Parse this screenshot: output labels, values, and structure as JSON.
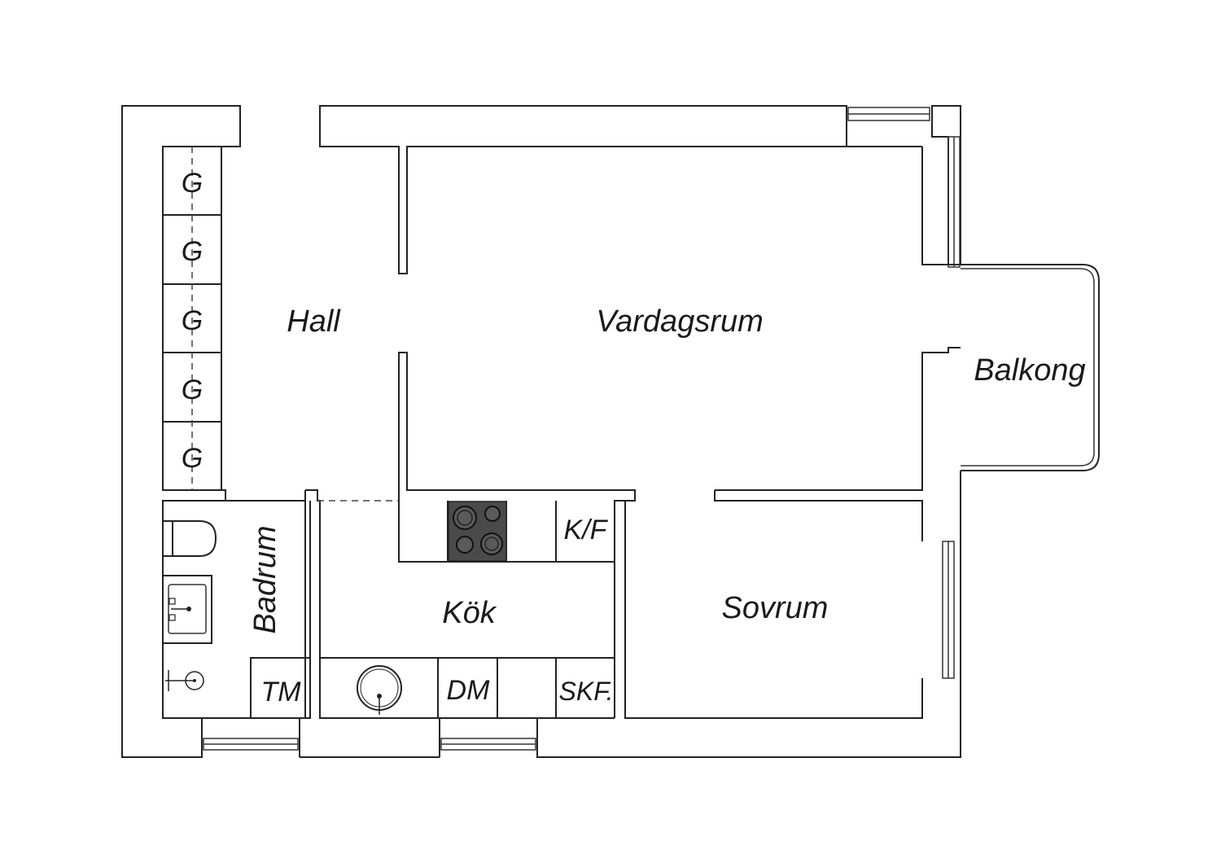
{
  "rooms": {
    "hall": "Hall",
    "vardagsrum": "Vardagsrum",
    "balkong": "Balkong",
    "badrum": "Badrum",
    "kok": "Kök",
    "sovrum": "Sovrum"
  },
  "fixtures": {
    "wardrobe": [
      "G",
      "G",
      "G",
      "G",
      "G"
    ],
    "fridge_freezer": "K/F",
    "dishwasher": "DM",
    "cabinet": "SKF.",
    "washing_machine": "TM"
  },
  "colors": {
    "line": "#222222",
    "stove": "#4a4a4a",
    "background": "#ffffff"
  }
}
